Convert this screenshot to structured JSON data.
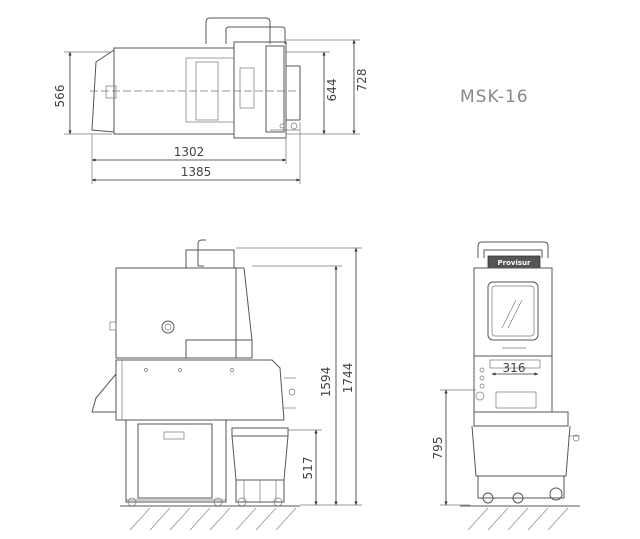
{
  "model": "MSK-16",
  "brand": "Provisur",
  "top_view": {
    "dim_566": "566",
    "dim_644": "644",
    "dim_728": "728",
    "dim_1302": "1302",
    "dim_1385": "1385"
  },
  "side_view": {
    "dim_1594": "1594",
    "dim_1744": "1744",
    "dim_517": "517"
  },
  "front_view": {
    "dim_316": "316",
    "dim_795": "795"
  }
}
